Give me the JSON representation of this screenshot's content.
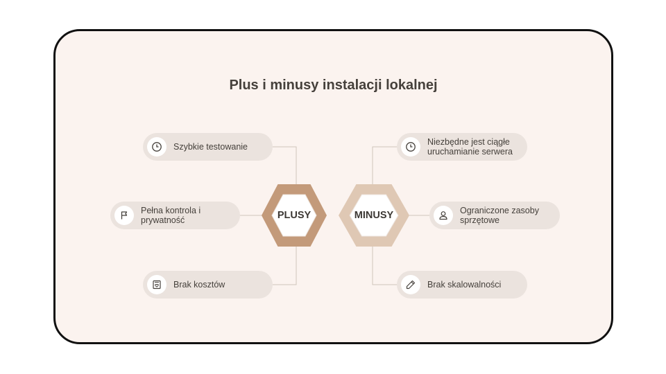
{
  "title": "Plus i minusy instalacji lokalnej",
  "colors": {
    "card_bg": "#fbf3ef",
    "pill_bg": "#ebe3de",
    "plus_hex": "#c39a7a",
    "minus_hex": "#dfc8b4",
    "connector": "#cfc4bb",
    "text": "#45403b"
  },
  "plus": {
    "label": "PLUSY",
    "items": [
      {
        "text": "Szybkie testowanie",
        "icon": "clock-icon"
      },
      {
        "text": "Pełna kontrola i\nprywatność",
        "icon": "flag-icon"
      },
      {
        "text": "Brak kosztów",
        "icon": "wallet-heart-icon"
      }
    ]
  },
  "minus": {
    "label": "MINUSY",
    "items": [
      {
        "text": "Niezbędne jest ciągłe\nuruchamianie serwera",
        "icon": "clock-icon"
      },
      {
        "text": "Ograniczone zasoby\nsprzętowe",
        "icon": "user-icon"
      },
      {
        "text": "Brak skalowalności",
        "icon": "pencil-icon"
      }
    ]
  }
}
